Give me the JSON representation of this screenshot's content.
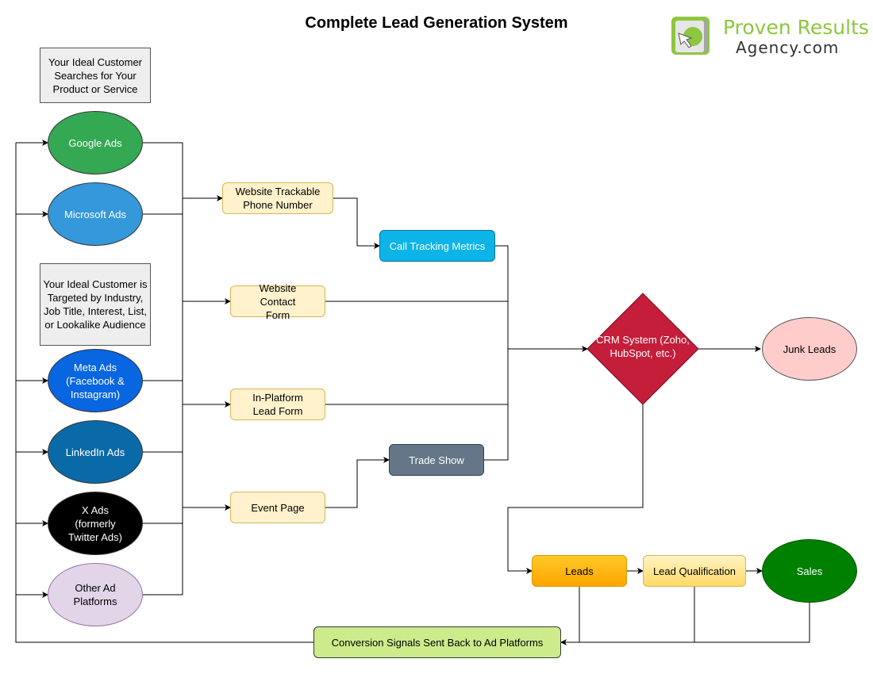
{
  "title": "Complete Lead Generation System",
  "logo": {
    "line1": "Proven Results",
    "line2": "Agency.com",
    "brand_color": "#8dc63f"
  },
  "notes": {
    "search": "Your Ideal Customer Searches for Your Product or Service",
    "targeting": "Your Ideal Customer is Targeted by Industry, Job Title, Interest, List, or Lookalike Audience"
  },
  "ad_platforms": [
    {
      "id": "google",
      "label": "Google Ads",
      "color": "#34a853"
    },
    {
      "id": "microsoft",
      "label": "Microsoft Ads",
      "color": "#3498db"
    },
    {
      "id": "meta",
      "label": "Meta Ads (Facebook & Instagram)",
      "color": "#0866e0"
    },
    {
      "id": "linkedin",
      "label": "LinkedIn Ads",
      "color": "#0a6aa8"
    },
    {
      "id": "x",
      "label": "X Ads (formerly Twitter Ads)",
      "color": "#000000"
    },
    {
      "id": "other",
      "label": "Other Ad Platforms",
      "color": "#e1d5e7"
    }
  ],
  "channels": {
    "phone": "Website Trackable Phone Number",
    "contact_form": "Website Contact Form",
    "lead_form": "In-Platform Lead Form",
    "event_page": "Event Page"
  },
  "tools": {
    "call_tracking": "Call Tracking Metrics",
    "trade_show": "Trade Show"
  },
  "crm": "CRM System (Zoho, HubSpot, etc.)",
  "junk": "Junk Leads",
  "pipeline": {
    "leads": "Leads",
    "qualification": "Lead Qualification",
    "sales": "Sales"
  },
  "conversion": "Conversion Signals Sent Back to Ad Platforms",
  "colors": {
    "call_tracking": "#0cb4e8",
    "trade_show": "#647687",
    "crm": "#c41e3a",
    "junk": "#ffcccc",
    "leads": "#ffa500",
    "qualification": "#ffe599",
    "sales": "#008000",
    "conversion": "#cdeb8b"
  }
}
